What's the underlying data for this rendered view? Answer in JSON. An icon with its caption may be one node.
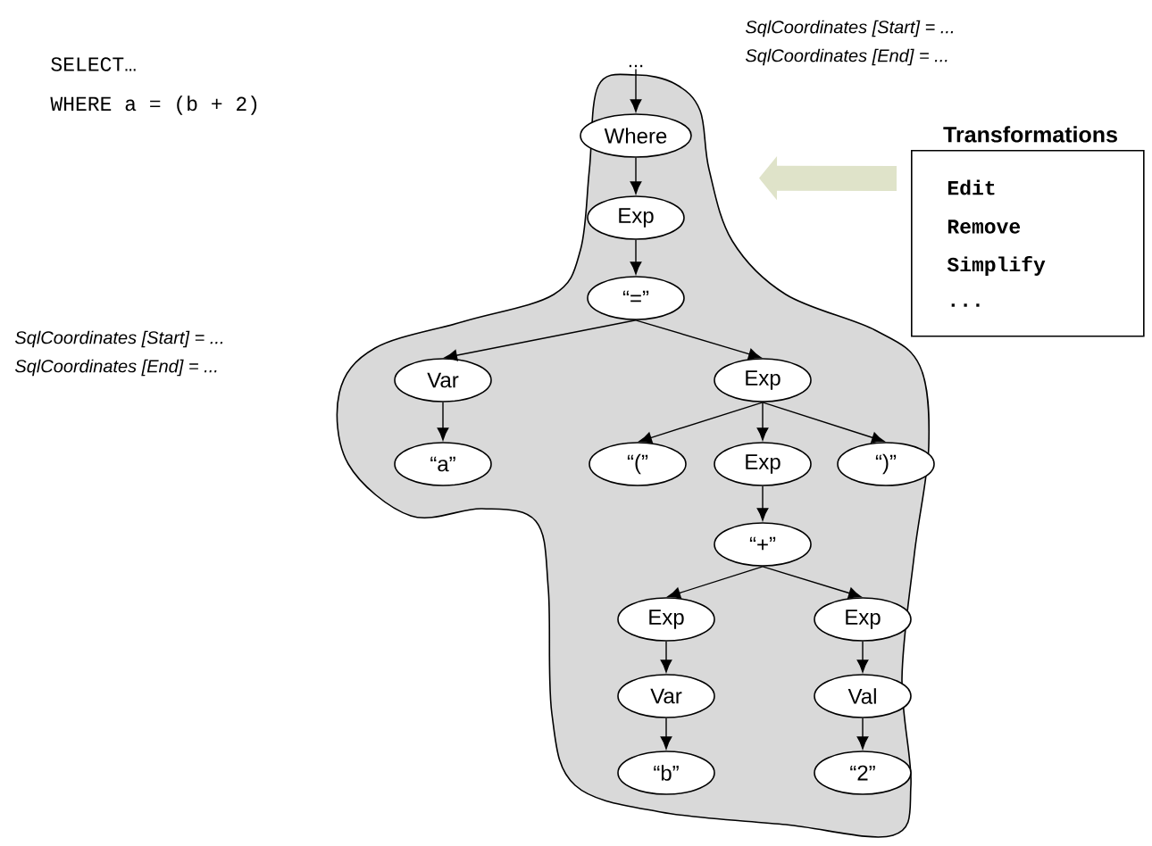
{
  "diagram": {
    "nodes": [
      {
        "text": [],
        "shape": "cloud"
      },
      {
        "text": [
          "..."
        ]
      },
      {
        "text": [
          "Where"
        ],
        "in": 0
      },
      {
        "text": [
          "Exp"
        ],
        "in": 0
      },
      {
        "text": [
          "“=”"
        ],
        "in": 0
      },
      {
        "text": [
          "Var"
        ],
        "in": 0
      },
      {
        "text": [
          "Exp"
        ],
        "in": 0
      },
      {
        "text": [
          "“a”"
        ],
        "in": 0
      },
      {
        "text": [
          "“(”"
        ],
        "in": 0
      },
      {
        "text": [
          "Exp"
        ],
        "in": 0
      },
      {
        "text": [
          "“)”"
        ],
        "in": 0
      },
      {
        "text": [
          "“+”"
        ],
        "in": 0
      },
      {
        "text": [
          "Exp"
        ],
        "in": 0
      },
      {
        "text": [
          "Exp"
        ],
        "in": 0
      },
      {
        "text": [
          "Var"
        ],
        "in": 0
      },
      {
        "text": [
          "Val"
        ],
        "in": 0
      },
      {
        "text": [
          "“b”"
        ],
        "in": 0
      },
      {
        "text": [
          "“2”"
        ],
        "in": 0
      },
      {
        "text": [
          "Transformations",
          "Edit",
          "Remove",
          "Simplify",
          "..."
        ]
      }
    ],
    "edges": [
      {
        "from": 1,
        "to": 2,
        "arrow": "to"
      },
      {
        "from": 2,
        "to": 3,
        "arrow": "to"
      },
      {
        "from": 3,
        "to": 4,
        "arrow": "to"
      },
      {
        "from": 4,
        "to": 5,
        "arrow": "to"
      },
      {
        "from": 4,
        "to": 6,
        "arrow": "to"
      },
      {
        "from": 5,
        "to": 7,
        "arrow": "to"
      },
      {
        "from": 6,
        "to": 8,
        "arrow": "to"
      },
      {
        "from": 6,
        "to": 9,
        "arrow": "to"
      },
      {
        "from": 6,
        "to": 10,
        "arrow": "to"
      },
      {
        "from": 9,
        "to": 11,
        "arrow": "to"
      },
      {
        "from": 11,
        "to": 12,
        "arrow": "to"
      },
      {
        "from": 11,
        "to": 13,
        "arrow": "to"
      },
      {
        "from": 12,
        "to": 14,
        "arrow": "to"
      },
      {
        "from": 13,
        "to": 15,
        "arrow": "to"
      },
      {
        "from": 14,
        "to": 16,
        "arrow": "to"
      },
      {
        "from": 15,
        "to": 17,
        "arrow": "to"
      },
      {
        "from": 18,
        "to": 0,
        "arrow": "to",
        "style": "thick",
        "color": "#dfe3c9"
      }
    ],
    "labels": [
      "SqlCoordinates [Start] = ...",
      "SqlCoordinates [End] = ...",
      "SELECT…",
      "WHERE a = (b + 2)",
      "SqlCoordinates [Start] = ...",
      "SqlCoordinates [End] = ..."
    ]
  }
}
